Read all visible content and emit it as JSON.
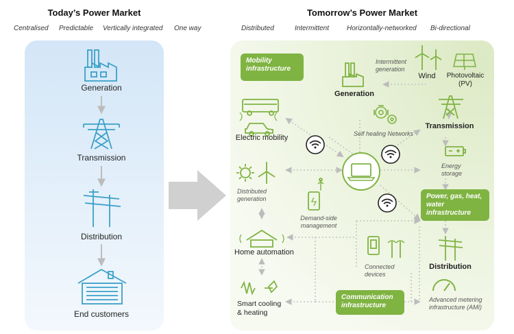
{
  "left": {
    "title": "Today’s Power Market",
    "tags": [
      "Centralised",
      "Predictable",
      "Vertically integrated",
      "One way"
    ],
    "nodes": {
      "generation": "Generation",
      "transmission": "Transmission",
      "distribution": "Distribution",
      "end_customers": "End customers"
    }
  },
  "right": {
    "title": "Tomorrow’s Power Market",
    "tags": [
      "Distributed",
      "Intermittent",
      "Horizontally-networked",
      "Bi-directional"
    ],
    "boxes": {
      "mobility": "Mobility infrastructure",
      "power_gas": "Power, gas, heat, water infrastructure",
      "communication": "Communication infrastructure"
    },
    "labels": {
      "generation": "Generation",
      "intermittent_generation": "Intermittent generation",
      "wind": "Wind",
      "photovoltaic": "Photovoltaic (PV)",
      "transmission": "Transmission",
      "self_healing": "Self healing Networks",
      "electric_mobility": "Electric mobility",
      "energy_storage": "Energy storage",
      "distributed_generation": "Distributed generation",
      "demand_side": "Demand-side management",
      "home_automation": "Home automation",
      "connected_devices": "Connected devices",
      "distribution": "Distribution",
      "smart_cooling": "Smart cooling & heating",
      "ami": "Advanced metering infrastructure (AMI)"
    }
  },
  "colors": {
    "blue_accent": "#3aa0c8",
    "green_accent": "#7fb342",
    "green_panel": "#e9f2da",
    "blue_panel": "#dcebf8"
  }
}
